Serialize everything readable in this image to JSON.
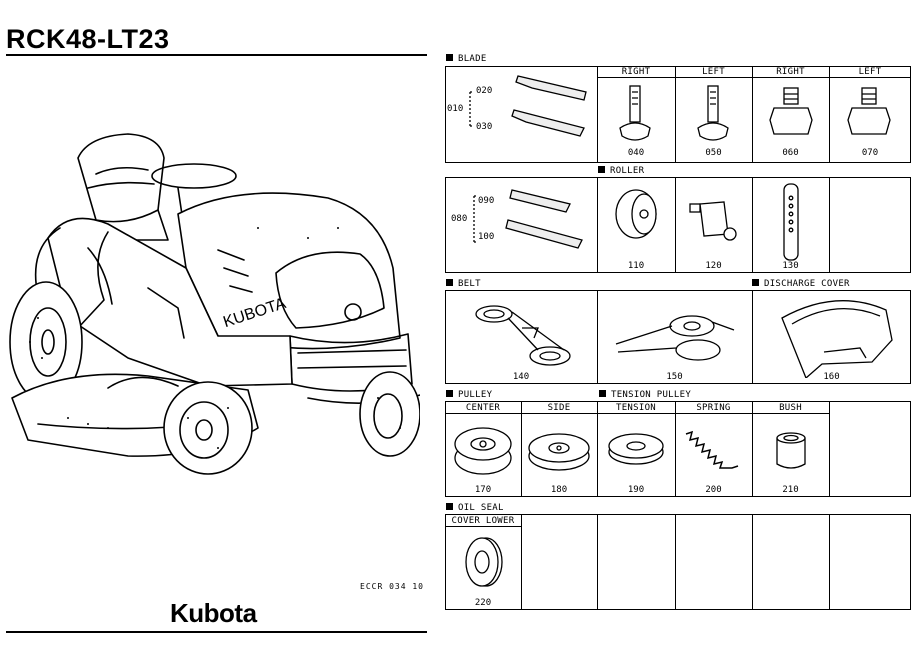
{
  "title": "RCK48-LT23",
  "ref_code": "ECCR 034 10",
  "logo_text": "Kubota",
  "sections": {
    "blade": {
      "label": "BLADE",
      "group_num": "010",
      "sub_nums": [
        "020",
        "030"
      ],
      "headers": [
        "RIGHT",
        "LEFT",
        "RIGHT",
        "LEFT"
      ],
      "parts": [
        "040",
        "050",
        "060",
        "070"
      ]
    },
    "roller": {
      "label": "ROLLER",
      "group_num": "080",
      "sub_nums": [
        "090",
        "100"
      ],
      "parts": [
        "110",
        "120",
        "130"
      ]
    },
    "belt": {
      "label": "BELT",
      "parts": [
        "140",
        "150"
      ]
    },
    "discharge": {
      "label": "DISCHARGE COVER",
      "parts": [
        "160"
      ]
    },
    "pulley": {
      "label": "PULLEY",
      "headers": [
        "CENTER",
        "SIDE",
        "TENSION",
        "SPRING",
        "BUSH"
      ],
      "parts": [
        "170",
        "180",
        "190",
        "200",
        "210"
      ]
    },
    "tension": {
      "label": "TENSION PULLEY"
    },
    "oil_seal": {
      "label": "OIL SEAL",
      "headers": [
        "COVER LOWER"
      ],
      "parts": [
        "220"
      ]
    }
  }
}
